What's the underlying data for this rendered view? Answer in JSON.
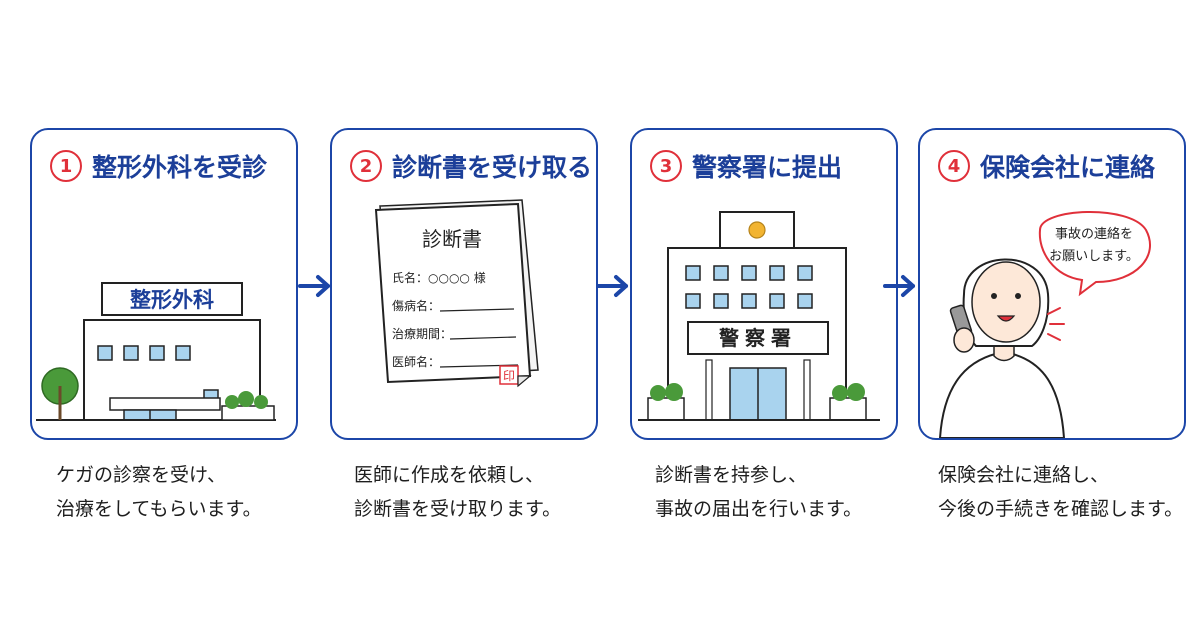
{
  "colors": {
    "accent_blue": "#1c46a8",
    "number_red": "#e0303a",
    "glass": "#a9d3ee",
    "plant": "#4a9a3a"
  },
  "steps": [
    {
      "number": "1",
      "title": "整形外科を受診",
      "sign": "整形外科",
      "caption": [
        "ケガの診察を受け、",
        "治療をしてもらいます。"
      ]
    },
    {
      "number": "2",
      "title": "診断書を受け取る",
      "document": {
        "heading": "診断書",
        "line1": "氏名：○○○○ 様",
        "line2": "傷病名：",
        "line3": "治療期間：",
        "line4": "医師名：",
        "stamp": "印"
      },
      "caption": [
        "医師に作成を依頼し、",
        "診断書を受け取ります。"
      ]
    },
    {
      "number": "3",
      "title": "警察署に提出",
      "sign": "警察署",
      "caption": [
        "診断書を持参し、",
        "事故の届出を行います。"
      ]
    },
    {
      "number": "4",
      "title": "保険会社に連絡",
      "speech": [
        "事故の連絡を",
        "お願いします。"
      ],
      "caption": [
        "保険会社に連絡し、",
        "今後の手続きを確認します。"
      ]
    }
  ],
  "icons": [
    "hospital-icon",
    "document-icon",
    "police-station-icon",
    "person-phone-icon",
    "arrow-right-icon"
  ]
}
